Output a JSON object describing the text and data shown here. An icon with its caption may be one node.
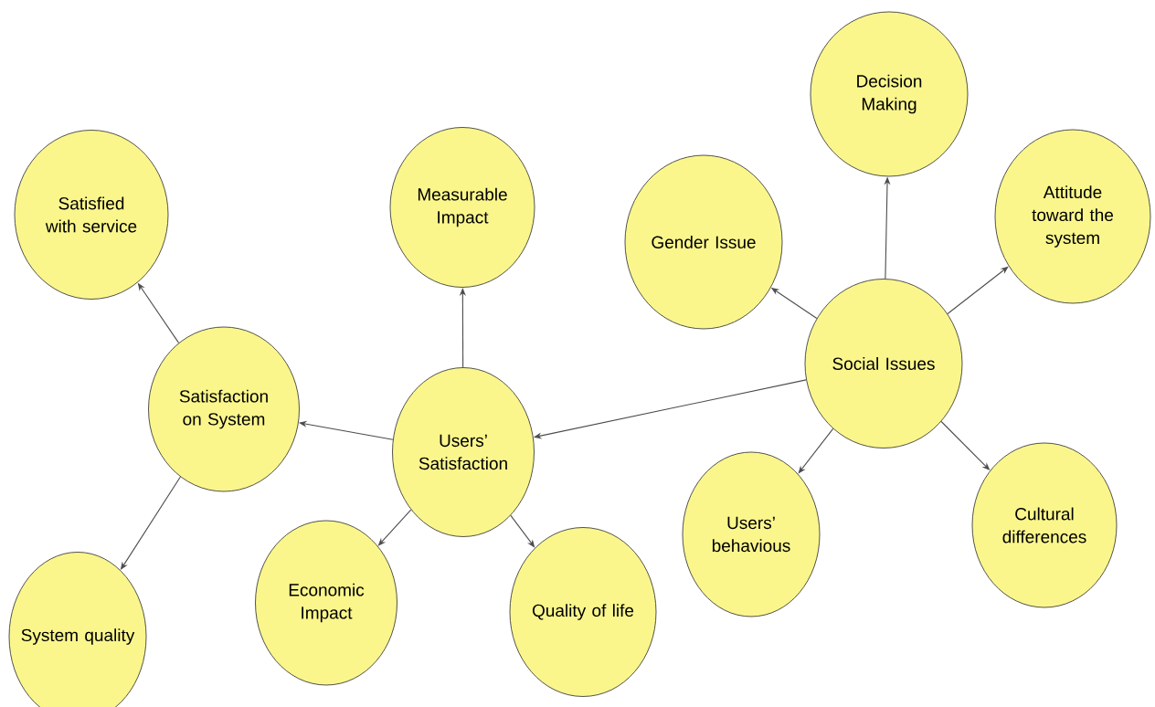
{
  "diagram": {
    "nodes": [
      {
        "text": [
          "Satisfied with service"
        ]
      },
      {
        "text": [
          "Measurable Impact"
        ]
      },
      {
        "text": [
          "Decision Making"
        ]
      },
      {
        "text": [
          "Gender Issue"
        ]
      },
      {
        "text": [
          "Attitude toward the system"
        ]
      },
      {
        "text": [
          "Satisfaction on System"
        ]
      },
      {
        "text": [
          "Users’ Satisfaction"
        ]
      },
      {
        "text": [
          "Social Issues"
        ]
      },
      {
        "text": [
          "Economic Impact"
        ]
      },
      {
        "text": [
          "Quality of life"
        ]
      },
      {
        "text": [
          "Users’ behavious"
        ]
      },
      {
        "text": [
          "Cultural differences"
        ]
      },
      {
        "text": [
          "System quality"
        ]
      }
    ],
    "edges": [
      {
        "from": 5,
        "to": 0,
        "arrow": "to"
      },
      {
        "from": 6,
        "to": 1,
        "arrow": "to"
      },
      {
        "from": 6,
        "to": 5,
        "arrow": "to"
      },
      {
        "from": 7,
        "to": 6,
        "arrow": "to"
      },
      {
        "from": 7,
        "to": 2,
        "arrow": "to"
      },
      {
        "from": 7,
        "to": 3,
        "arrow": "to"
      },
      {
        "from": 7,
        "to": 4,
        "arrow": "to"
      },
      {
        "from": 7,
        "to": 10,
        "arrow": "to"
      },
      {
        "from": 7,
        "to": 11,
        "arrow": "to"
      },
      {
        "from": 6,
        "to": 8,
        "arrow": "to"
      },
      {
        "from": 6,
        "to": 9,
        "arrow": "to"
      },
      {
        "from": 5,
        "to": 12,
        "arrow": "to"
      }
    ]
  }
}
